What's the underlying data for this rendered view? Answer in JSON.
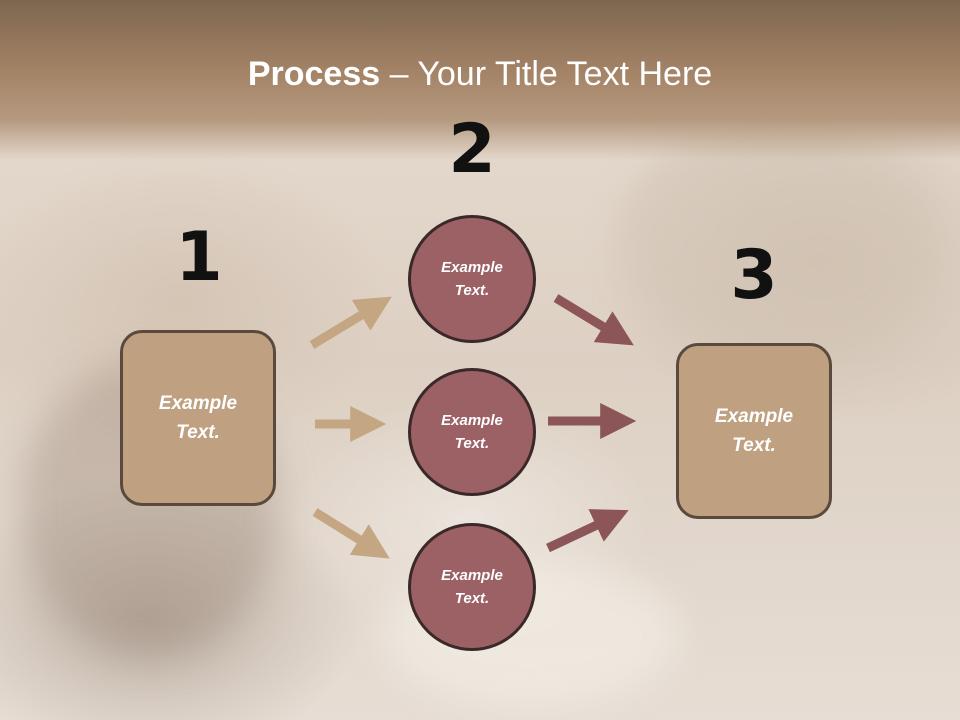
{
  "slide": {
    "title_bold": "Process",
    "title_rest": " – Your Title Text Here"
  },
  "steps": {
    "n1": "1",
    "n2": "2",
    "n3": "3"
  },
  "nodes": {
    "left_box": "Example\nText.",
    "right_box": "Example\nText.",
    "circle_top": "Example\nText.",
    "circle_middle": "Example\nText.",
    "circle_bottom": "Example\nText."
  },
  "colors": {
    "box_fill": "#bfa182",
    "circle_fill": "#9b6165",
    "arrow_tan": "#c4a683",
    "arrow_maroon": "#8c5557"
  }
}
